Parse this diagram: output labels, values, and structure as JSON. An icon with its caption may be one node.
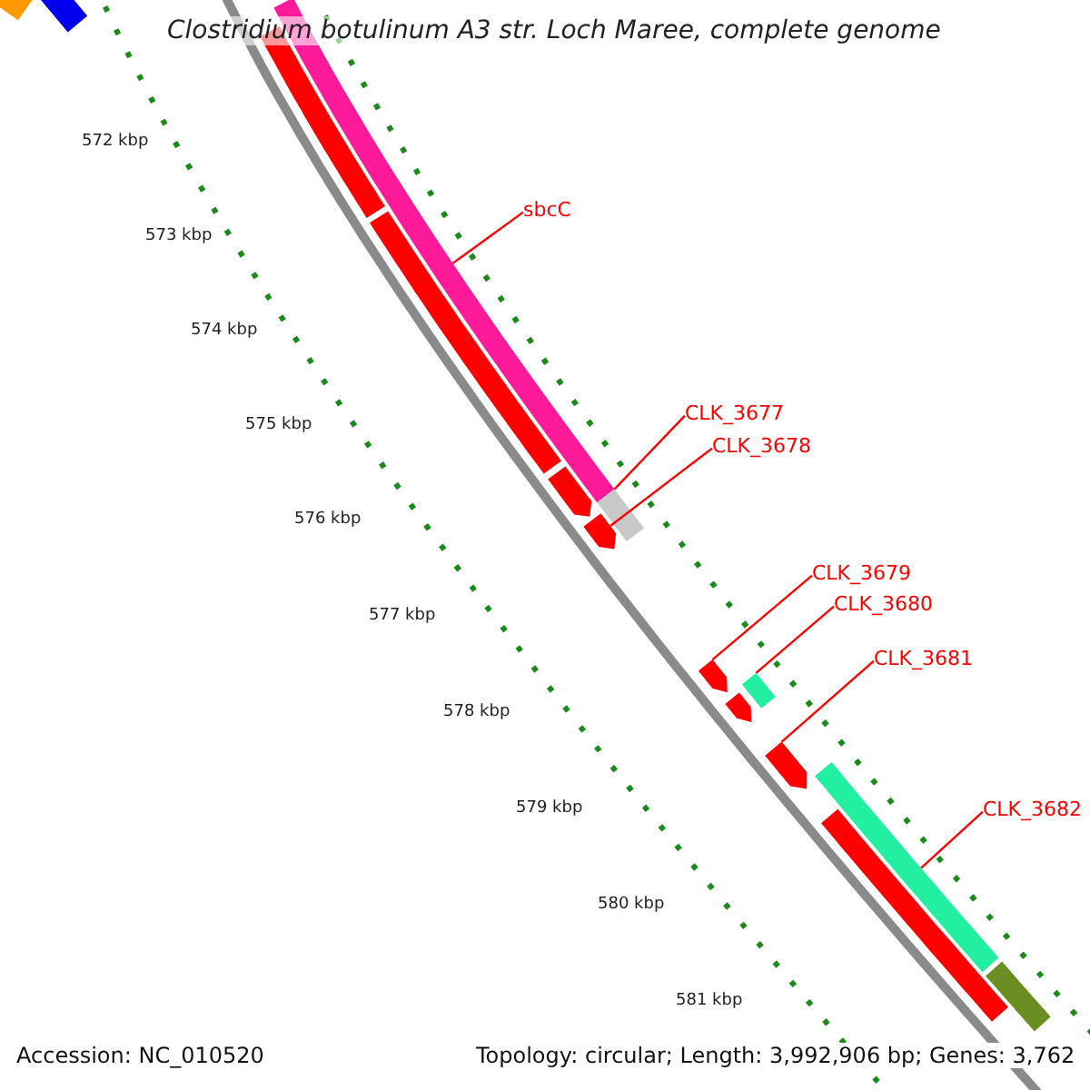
{
  "diagram": {
    "title": "Clostridium botulinum A3 str. Loch Maree, complete genome",
    "nodes": [
      {
        "text": [
          "sbcC"
        ]
      },
      {
        "text": [
          "CLK_3677"
        ]
      },
      {
        "text": [
          "CLK_3678"
        ]
      },
      {
        "text": [
          "CLK_3679"
        ]
      },
      {
        "text": [
          "CLK_3680"
        ]
      },
      {
        "text": [
          "CLK_3681"
        ]
      },
      {
        "text": [
          "CLK_3682"
        ]
      },
      {
        "text": [],
        "shape": "bar"
      },
      {
        "text": [],
        "shape": "bar"
      },
      {
        "text": [],
        "shape": "bar"
      },
      {
        "text": [],
        "shape": "bar"
      },
      {
        "text": [],
        "shape": "bar"
      },
      {
        "text": [],
        "shape": "arrow"
      },
      {
        "text": [],
        "shape": "bar"
      },
      {
        "text": [],
        "shape": "arrow"
      },
      {
        "text": [],
        "shape": "arrow"
      },
      {
        "text": [],
        "shape": "bar"
      },
      {
        "text": [],
        "shape": "arrow"
      },
      {
        "text": [],
        "shape": "arrow"
      },
      {
        "text": [],
        "shape": "bar"
      },
      {
        "text": [],
        "shape": "bar"
      },
      {
        "text": [],
        "shape": "bar"
      }
    ],
    "edges": [
      {
        "from": 0,
        "to": 9,
        "arrow": "none"
      },
      {
        "from": 1,
        "to": 13,
        "arrow": "none"
      },
      {
        "from": 2,
        "to": 14,
        "arrow": "none"
      },
      {
        "from": 3,
        "to": 15,
        "arrow": "none"
      },
      {
        "from": 4,
        "to": 16,
        "arrow": "none"
      },
      {
        "from": 5,
        "to": 18,
        "arrow": "none"
      },
      {
        "from": 6,
        "to": 19,
        "arrow": "none"
      }
    ],
    "labels": [
      "572 kbp",
      "573 kbp",
      "574 kbp",
      "575 kbp",
      "576 kbp",
      "577 kbp",
      "578 kbp",
      "579 kbp",
      "580 kbp",
      "581 kbp",
      "Accession: NC_010520",
      "Topology: circular; Length: 3,992,906 bp; Genes: 3,762"
    ]
  }
}
